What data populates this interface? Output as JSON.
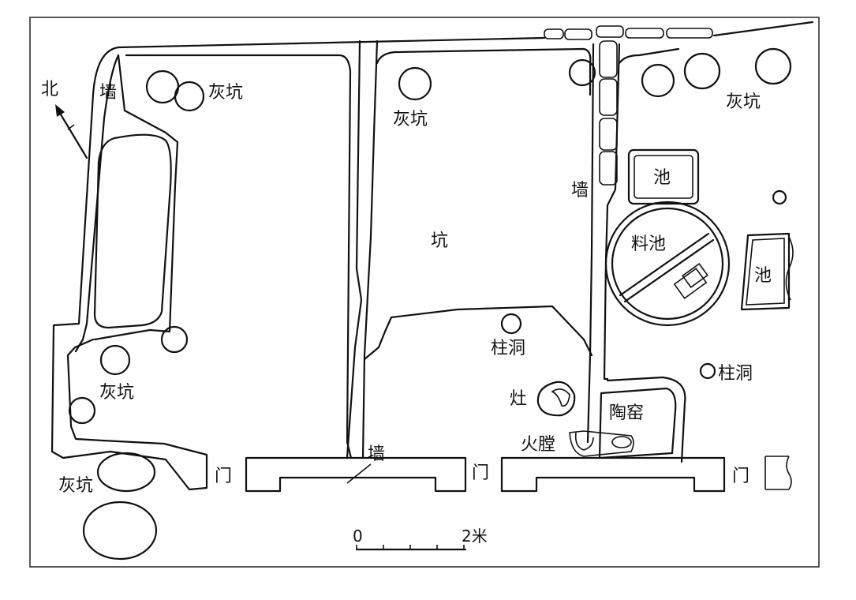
{
  "labels": {
    "north": "北",
    "wall_left": "墙",
    "wall_right": "墙",
    "wall_bottom": "墙",
    "ash_pit_top_left": "灰坑",
    "ash_pit_top_center": "灰坑",
    "ash_pit_top_right": "灰坑",
    "ash_pit_mid_left": "灰坑",
    "ash_pit_bottom_left": "灰坑",
    "pit": "坑",
    "pool_top": "池",
    "pool_right": "池",
    "material_pool": "料池",
    "posthole_center": "柱洞",
    "posthole_right": "柱洞",
    "stove": "灶",
    "kiln": "陶窑",
    "firebox": "火膛",
    "door_1": "门",
    "door_2": "门",
    "door_3": "门"
  },
  "scale_bar": {
    "start": "0",
    "end": "2米"
  }
}
